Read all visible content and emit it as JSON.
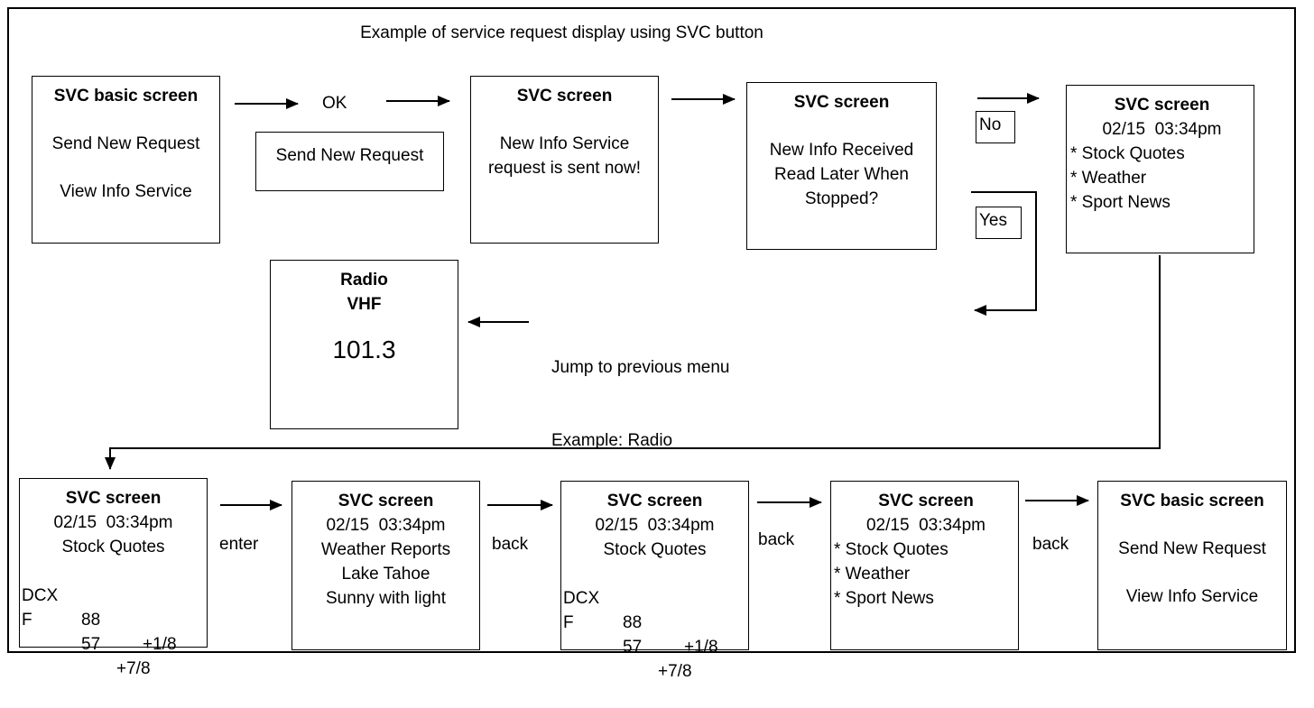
{
  "title": "Example of service request display using SVC button",
  "screens": {
    "basic1": {
      "heading": "SVC basic screen",
      "line1": "Send New Request",
      "line2": "View Info Service"
    },
    "ok": {
      "label": "OK",
      "box": "Send New Request"
    },
    "sent": {
      "heading": "SVC screen",
      "line1": "New Info Service",
      "line2": "request is sent now!"
    },
    "received": {
      "heading": "SVC screen",
      "line1": "New Info Received",
      "line2": "Read Later When",
      "line3": "Stopped?"
    },
    "no_label": "No",
    "yes_label": "Yes",
    "menu1": {
      "heading": "SVC screen",
      "date": "02/15  03:34pm",
      "item1": "* Stock Quotes",
      "item2": "* Weather",
      "item3": "* Sport News"
    },
    "radio": {
      "line1": "Radio",
      "line2": "VHF",
      "freq": "101.3"
    },
    "jump": {
      "line1": "Jump to previous menu",
      "line2": "Example: Radio"
    },
    "stocks1": {
      "heading": "SVC screen",
      "date": "02/15  03:34pm",
      "sub": "Stock Quotes",
      "r1": [
        "DCX",
        "88",
        "+1/8"
      ],
      "r2": [
        "F",
        "57",
        "+7/8"
      ]
    },
    "enter_label": "enter",
    "weather": {
      "heading": "SVC screen",
      "date": "02/15  03:34pm",
      "line1": "Weather Reports",
      "line2": "Lake Tahoe",
      "line3": "Sunny with light"
    },
    "back1_label": "back",
    "stocks2": {
      "heading": "SVC screen",
      "date": "02/15  03:34pm",
      "sub": "Stock Quotes",
      "r1": [
        "DCX",
        "88",
        "+1/8"
      ],
      "r2": [
        "F",
        "57",
        "+7/8"
      ]
    },
    "back2_label": "back",
    "menu2": {
      "heading": "SVC screen",
      "date": "02/15  03:34pm",
      "item1": "* Stock Quotes",
      "item2": "* Weather",
      "item3": "* Sport News"
    },
    "back3_label": "back",
    "basic2": {
      "heading": "SVC basic screen",
      "line1": "Send New Request",
      "line2": "View Info Service"
    }
  }
}
